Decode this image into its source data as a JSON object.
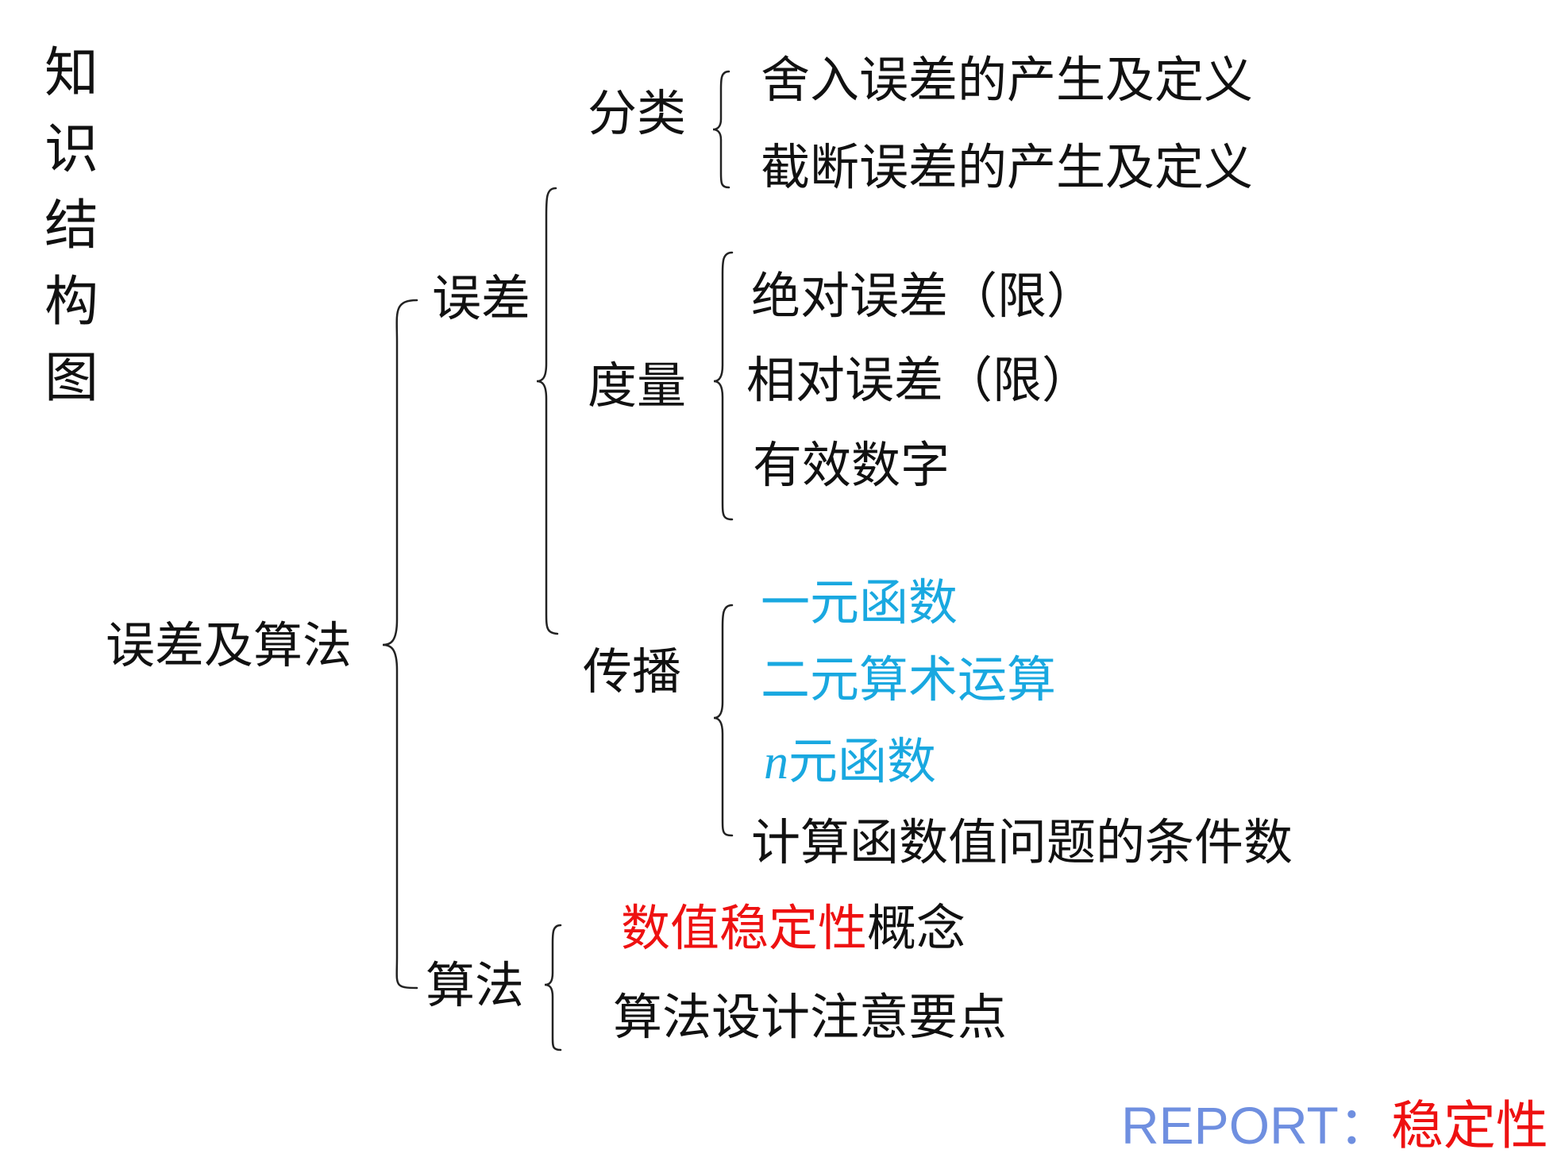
{
  "title_chars": [
    "知",
    "识",
    "结",
    "构",
    "图"
  ],
  "root": "误差及算法",
  "error": {
    "label": "误差",
    "classify": {
      "label": "分类",
      "items": [
        "舍入误差的产生及定义",
        "截断误差的产生及定义"
      ]
    },
    "measure": {
      "label": "度量",
      "items": [
        "绝对误差（限）",
        "相对误差（限）",
        "有效数字"
      ]
    },
    "propagate": {
      "label": "传播",
      "item1": "一元函数",
      "item2": "二元算术运算",
      "item3_var": "n",
      "item3_rest": "元函数",
      "item4": "计算函数值问题的条件数"
    }
  },
  "algorithm": {
    "label": "算法",
    "item1_highlight": "数值稳定性",
    "item1_rest": "概念",
    "item2": "算法设计注意要点"
  },
  "report": {
    "prefix": "REPORT：",
    "highlight": "稳定性"
  },
  "colors": {
    "text": "#111111",
    "blue": "#19a8e0",
    "red": "#ee1111",
    "report_blue": "#6f8fe0"
  }
}
